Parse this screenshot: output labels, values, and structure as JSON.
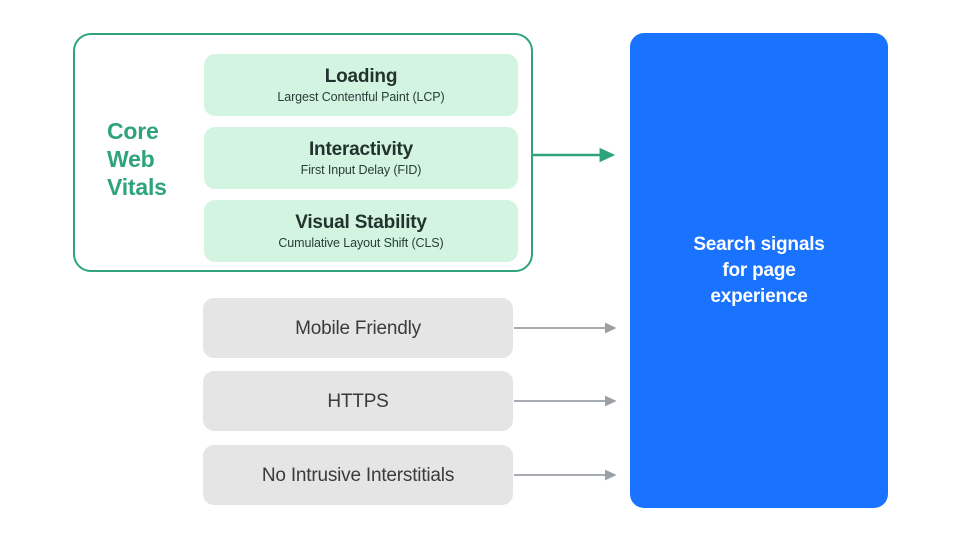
{
  "diagram": {
    "title": "Search signals for page experience",
    "colors": {
      "core_green": "#2FA37A",
      "metric_card_bg": "#D3F4E1",
      "grey_card_bg": "#E5E5E6",
      "blue_box_bg": "#1A73FF",
      "arrow_grey": "#9AA0A6",
      "arrow_green": "#2FA37A",
      "text_dark": "#21322F",
      "text_white": "#FFFFFF"
    }
  },
  "core_web_vitals": {
    "group_label": "Core\nWeb\nVitals",
    "group_label_lines": [
      "Core",
      "Web",
      "Vitals"
    ],
    "metrics": [
      {
        "title": "Loading",
        "subtitle": "Largest Contentful Paint (LCP)"
      },
      {
        "title": "Interactivity",
        "subtitle": "First Input Delay (FID)"
      },
      {
        "title": "Visual Stability",
        "subtitle": "Cumulative Layout Shift (CLS)"
      }
    ]
  },
  "other_signals": [
    {
      "label": "Mobile Friendly"
    },
    {
      "label": "HTTPS"
    },
    {
      "label": "No Intrusive Interstitials"
    }
  ],
  "destination": {
    "label": "Search signals\nfor page\nexperience"
  }
}
